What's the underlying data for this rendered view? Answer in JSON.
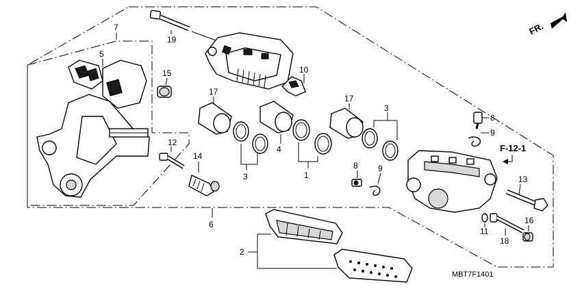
{
  "diagram": {
    "direction_label": "FR.",
    "reference_label": "F-12-1",
    "figure_code": "MBT7F1401",
    "callouts": {
      "c1": "1",
      "c2": "2",
      "c3a": "3",
      "c3b": "3",
      "c4": "4",
      "c5": "5",
      "c6": "6",
      "c7": "7",
      "c8a": "8",
      "c8b": "8",
      "c9a": "9",
      "c9b": "9",
      "c10": "10",
      "c11": "11",
      "c12": "12",
      "c13": "13",
      "c14": "14",
      "c15": "15",
      "c16": "16",
      "c17a": "17",
      "c17b": "17",
      "c18": "18",
      "c19": "19"
    }
  }
}
